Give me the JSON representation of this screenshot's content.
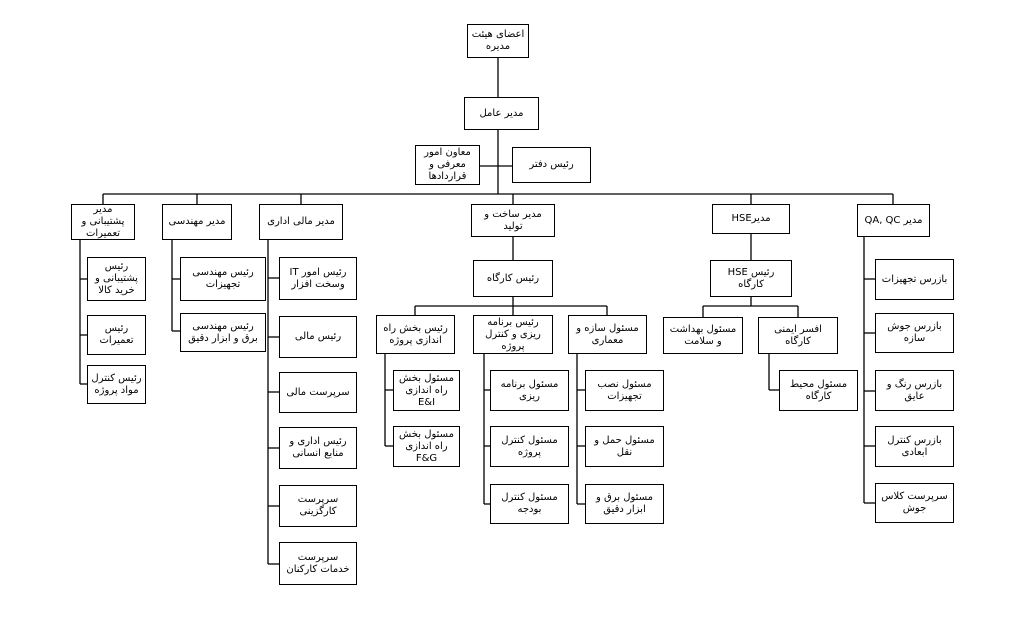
{
  "org_chart": {
    "board": "اعضای هیئت مدیره",
    "ceo": "مدیر عامل",
    "staff_left": "معاون امور معرفی و قراردادها",
    "staff_right": "رئیس دفتر",
    "divisions": {
      "support": {
        "head": "مدیر پشتیبانی و تعمیرات",
        "items": [
          "رئیس پشتیبانی و خرید کالا",
          "رئیس تعمیرات",
          "رئیس کنترل مواد پروژه"
        ]
      },
      "engineering": {
        "head": "مدیر مهندسی",
        "items": [
          "رئیس مهندسی تجهیزات",
          "رئیس مهندسی برق و ابزار دقیق"
        ]
      },
      "admin": {
        "head": "مدیر مالی اداری",
        "items": [
          "رئیس امور IT وسخت افزار",
          "رئیس مالی",
          "سرپرست مالی",
          "رئیس اداری و منابع انسانی",
          "سرپرست کارگزینی",
          "سرپرست خدمات کارکنان"
        ]
      },
      "construction": {
        "head": "مدیر ساخت و تولید",
        "workshop_head": "رئیس کارگاه",
        "groups": [
          {
            "head": "رئیس بخش راه اندازی پروژه",
            "items": [
              "مسئول بخش راه اندازی E&I",
              "مسئول بخش راه اندازی F&G"
            ]
          },
          {
            "head": "رئیس برنامه ریزی و کنترل پروژه",
            "items": [
              "مسئول برنامه ریزی",
              "مسئول کنترل پروژه",
              "مسئول کنترل بودجه"
            ]
          },
          {
            "head": "مسئول سازه و معماری",
            "items": [
              "مسئول نصب تجهیزات",
              "مسئول حمل و نقل",
              "مسئول برق و ابزار دقیق"
            ]
          }
        ]
      },
      "hse": {
        "head": "مدیرHSE",
        "workshop_head": "رئیس HSE کارگاه",
        "health": "مسئول بهداشت و سلامت",
        "safety": "افسر ایمنی کارگاه",
        "environment": "مسئول محیط کارگاه"
      },
      "qaqc": {
        "head": "مدیر QA, QC",
        "items": [
          "بازرس تجهیزات",
          "بازرس جوش سازه",
          "بازرس رنگ و عایق",
          "بازرس کنترل ابعادی",
          "سرپرست کلاس جوش"
        ]
      }
    }
  }
}
